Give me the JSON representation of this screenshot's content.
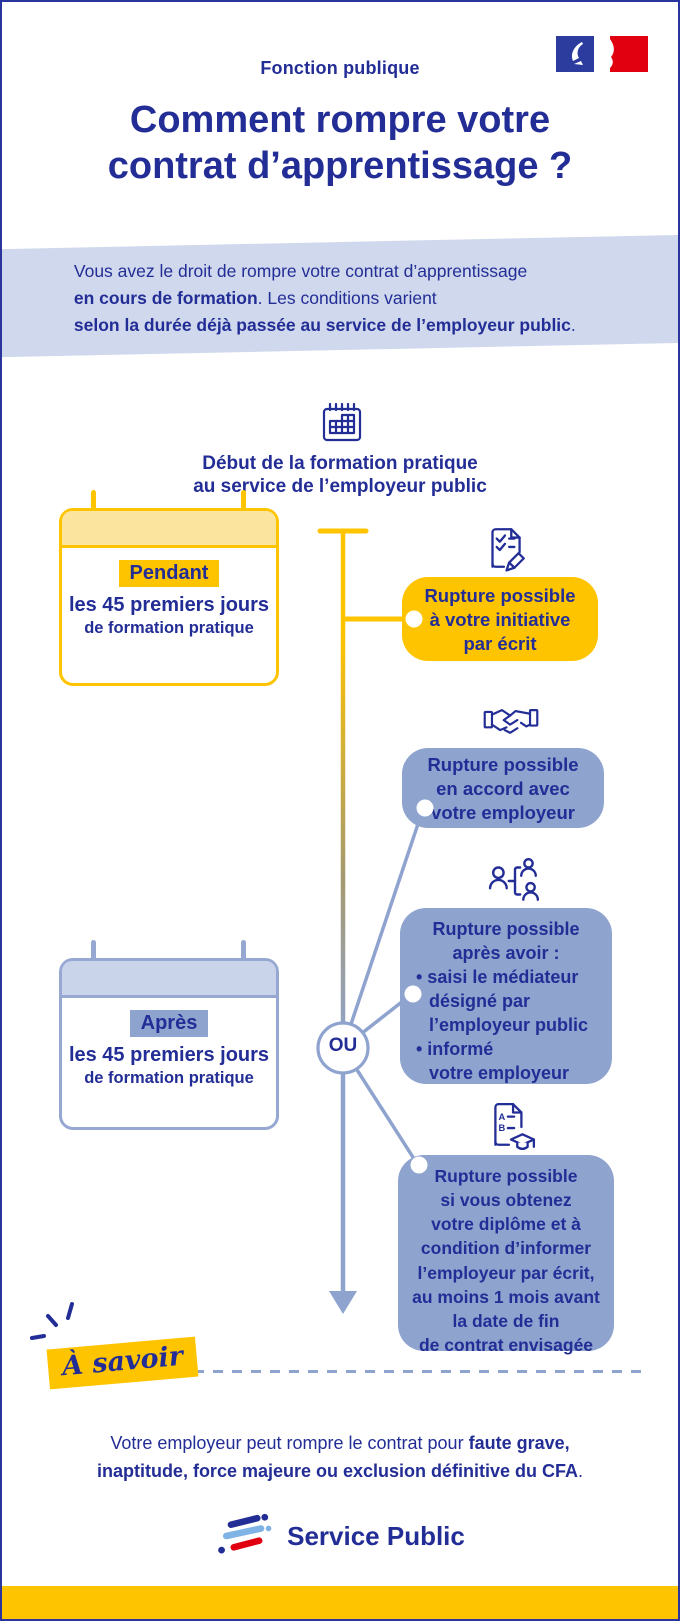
{
  "header": {
    "department": "Fonction publique",
    "title_line1": "Comment rompre votre",
    "title_line2": "contrat d’apprentissage ?",
    "logo": "french-government-flag-logo"
  },
  "intro": {
    "line1": "Vous avez le droit de rompre votre contrat d’apprentissage",
    "line2_bold": "en cours de formation",
    "line2_rest": ". Les conditions varient",
    "line3_bold": "selon la durée déjà passée au service de l’employeur public",
    "line3_rest": "."
  },
  "timeline": {
    "start_icon": "calendar-icon",
    "start_line1": "Début de la formation pratique",
    "start_line2": "au service de l’employeur public",
    "or_label": "OU"
  },
  "period_during": {
    "tag": "Pendant",
    "line1": "les 45 premiers jours",
    "line2": "de formation pratique"
  },
  "period_after": {
    "tag": "Après",
    "line1": "les 45 premiers jours",
    "line2": "de formation pratique"
  },
  "outcomes": [
    {
      "icon": "document-check-pencil-icon",
      "lines": [
        "Rupture possible",
        "à votre initiative",
        "par écrit"
      ]
    },
    {
      "icon": "handshake-icon",
      "lines": [
        "Rupture possible",
        "en accord avec",
        "votre employeur"
      ]
    },
    {
      "icon": "mediator-people-icon",
      "lines": [
        "Rupture possible",
        "après avoir :",
        "• saisi le médiateur",
        "désigné par",
        "l’employeur public",
        "• informé",
        "votre employeur"
      ]
    },
    {
      "icon": "diploma-graduation-icon",
      "lines": [
        "Rupture possible",
        "si vous obtenez",
        "votre diplôme et à",
        "condition d’informer",
        "l’employeur par écrit,",
        "au moins 1 mois avant",
        "la date de fin",
        "de contrat envisagée"
      ]
    }
  ],
  "note": {
    "tag": "À savoir",
    "line1_normal": "Votre employeur peut rompre le contrat pour ",
    "line1_bold": "faute grave,",
    "line2_bold": "inaptitude, force majeure ou exclusion définitive du CFA",
    "line2_normal": "."
  },
  "footer": {
    "brand": "Service Public",
    "logo": "service-public-logo"
  },
  "colors": {
    "dark_blue": "#232d96",
    "gold": "#ffc400",
    "periwinkle": "#8fa3cf",
    "band_blue": "#cfd8ec",
    "red": "#e1000f"
  }
}
